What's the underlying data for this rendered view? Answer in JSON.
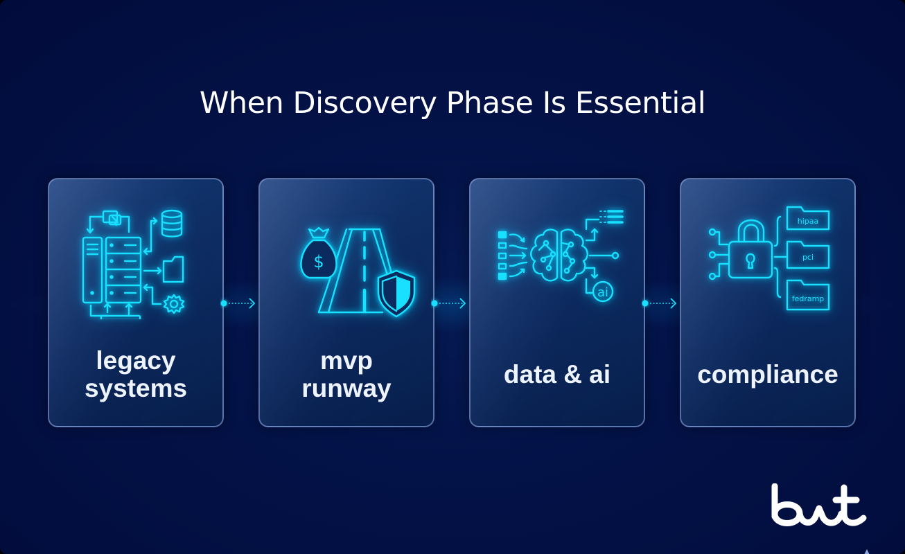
{
  "title": "When Discovery Phase Is Essential",
  "colors": {
    "background": "#020c3c",
    "accent_cyan": "#19e0ff",
    "card_border": "#96afe6",
    "text": "#eef4ff"
  },
  "cards": [
    {
      "icon": "legacy-systems-icon",
      "label_lines": [
        "legacy",
        "systems"
      ]
    },
    {
      "icon": "mvp-runway-icon",
      "label_lines": [
        "mvp",
        "runway"
      ],
      "icon_text": "$"
    },
    {
      "icon": "data-ai-icon",
      "label_lines": [
        "data & ai"
      ],
      "icon_text": "ai"
    },
    {
      "icon": "compliance-icon",
      "label_lines": [
        "compliance"
      ],
      "folders": [
        "hipaa",
        "pci",
        "fedramp"
      ]
    }
  ],
  "connectors": [
    {
      "from": "legacy systems",
      "to": "mvp runway"
    },
    {
      "from": "mvp runway",
      "to": "data & ai"
    },
    {
      "from": "data & ai",
      "to": "compliance"
    }
  ],
  "logo": {
    "text": "bwt"
  }
}
